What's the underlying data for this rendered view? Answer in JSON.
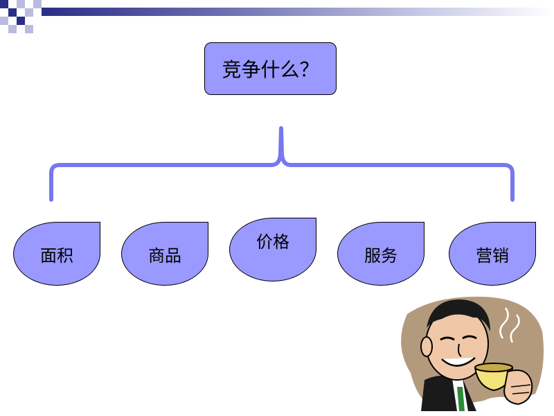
{
  "title": "竞争什么？",
  "nodes": [
    "面积",
    "商品",
    "价格",
    "服务",
    "营销"
  ],
  "colors": {
    "node_fill": "#9999ff",
    "connector": "#7777ee",
    "outline": "#000000",
    "corner_dark": "#2b2e86",
    "corner_light": "#b9bbe0"
  },
  "icons": {
    "clipart": "man-drinking-coffee-clipart"
  }
}
